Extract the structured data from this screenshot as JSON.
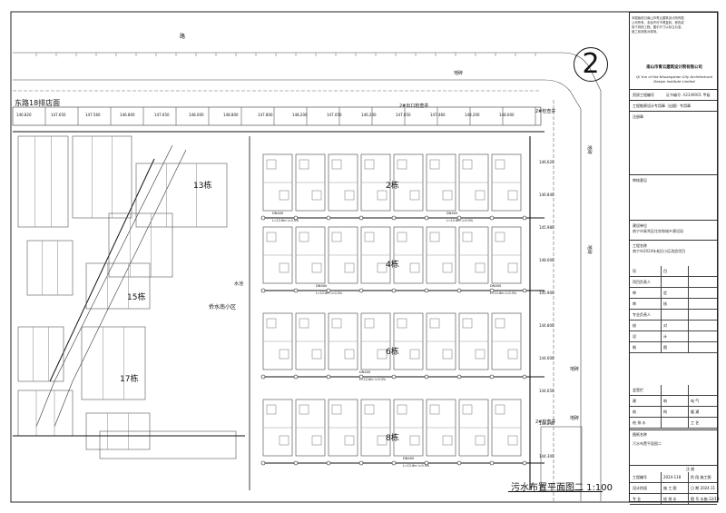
{
  "drawing": {
    "caption": "污水布置平面图二 1:100",
    "sheet_marker": "2",
    "road_label_top": "路",
    "road_label_top2": "地砖",
    "road_label_right": "地砖",
    "road_label_right2": "地砖",
    "road_label_right3": "地砖",
    "road_label_bottom": "地砖",
    "street_left": "东路18排店面",
    "community": "侨水南小区",
    "water_label": "水池",
    "buildings": [
      "13栋",
      "15栋",
      "17栋",
      "2栋",
      "4栋",
      "6栋",
      "8栋"
    ],
    "outfalls": [
      "2#出口检查井",
      "2#检查井",
      "2#检查井"
    ],
    "elev_top_row": [
      "146.820",
      "147.650",
      "147.560",
      "146.800",
      "147.650",
      "148.000",
      "148.800",
      "147.800",
      "148.200",
      "147.050",
      "146.200",
      "147.650",
      "147.460",
      "148.200",
      "148.000"
    ],
    "elev_right_col": [
      "146.620",
      "146.840",
      "145.980",
      "148.000",
      "145.900",
      "144.800",
      "144.600",
      "144.650",
      "144.240",
      "144.300"
    ],
    "pipe_labels": [
      "DN400",
      "DN400",
      "DN400",
      "DN400",
      "DN400",
      "DN400"
    ],
    "pipe_spec": "L=12.6m i=0.3%"
  },
  "titleblock": {
    "note": "本图版权归南山市青云建筑设计院有限公司所有，未经许可不得复制、修改或用于其他工程。图中尺寸以标注为准，施工前请核对现场。",
    "company_cn": "南山市青云建筑设计院有限公司",
    "company_en": "Qi Yun of the Nhuangshan City Architectural Design Institute Limited",
    "cert_label": "资质工程编号",
    "cert_value": "证书编号: A2349001 甲级",
    "stamp_label": "工程勘察设计专用章（出图）专用章",
    "reg_label": "注册章",
    "approval_label": "审核意见",
    "client_label": "建设单位",
    "client_value": "南宁市青秀区住房和城乡建设局",
    "project_label": "工程名称",
    "project_value": "南宁市2024年老旧小区改造项目",
    "rows": [
      {
        "c1": "项",
        "c2": "目",
        "c3": ""
      },
      {
        "c1": "项目负责人",
        "c2": "",
        "c3": ""
      },
      {
        "c1": "审",
        "c2": "定",
        "c3": ""
      },
      {
        "c1": "审",
        "c2": "核",
        "c3": ""
      },
      {
        "c1": "专业负责人",
        "c2": "",
        "c3": ""
      },
      {
        "c1": "校",
        "c2": "对",
        "c3": ""
      },
      {
        "c1": "设",
        "c2": "计",
        "c3": ""
      },
      {
        "c1": "制",
        "c2": "图",
        "c3": ""
      }
    ],
    "sign_rows": [
      {
        "c1": "会签栏",
        "c2": "",
        "c3": ""
      },
      {
        "c1": "建",
        "c2": "筑",
        "c3": "电 气"
      },
      {
        "c1": "结",
        "c2": "构",
        "c3": "暖 通"
      },
      {
        "c1": "给 排 水",
        "c2": "",
        "c3": "工 艺"
      }
    ],
    "drawing_name_label": "图纸名称",
    "drawing_name_value": "污水布置平面图二",
    "footer_note": "注 册",
    "footer_rows": [
      {
        "c1": "工程编号",
        "c2": "2024-118",
        "c3": "阶 段  施工图"
      },
      {
        "c1": "设计阶段",
        "c2": "施 工 图",
        "c3": "日 期  2024.11"
      },
      {
        "c1": "专 业",
        "c2": "给 排 水",
        "c3": "图 号  水施-12/19"
      }
    ]
  }
}
